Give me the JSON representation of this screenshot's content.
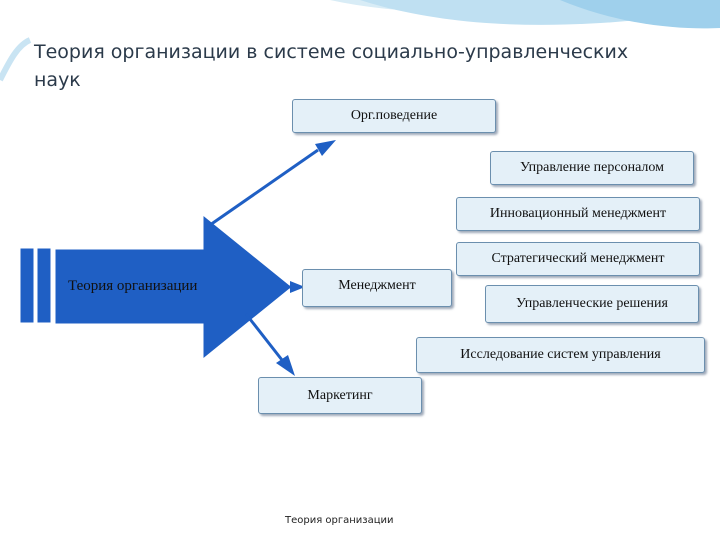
{
  "slide": {
    "title": "Теория организации в системе социально-управленческих наук",
    "footer": "Теория организации"
  },
  "diagram": {
    "central": "Теория организации",
    "nodes": {
      "org_behavior": "Орг.поведение",
      "hr": "Управление персоналом",
      "innovation": "Инновационный менеджмент",
      "strategic": "Стратегический менеджмент",
      "management": "Менеджмент",
      "decisions": "Управленческие решения",
      "research": "Исследование систем управления",
      "marketing": "Маркетинг"
    }
  },
  "colors": {
    "arrow_fill": "#1f5fc4",
    "box_fill": "#e4f0f8",
    "box_border": "#6b8fae",
    "title_text": "#2b3a4a"
  }
}
